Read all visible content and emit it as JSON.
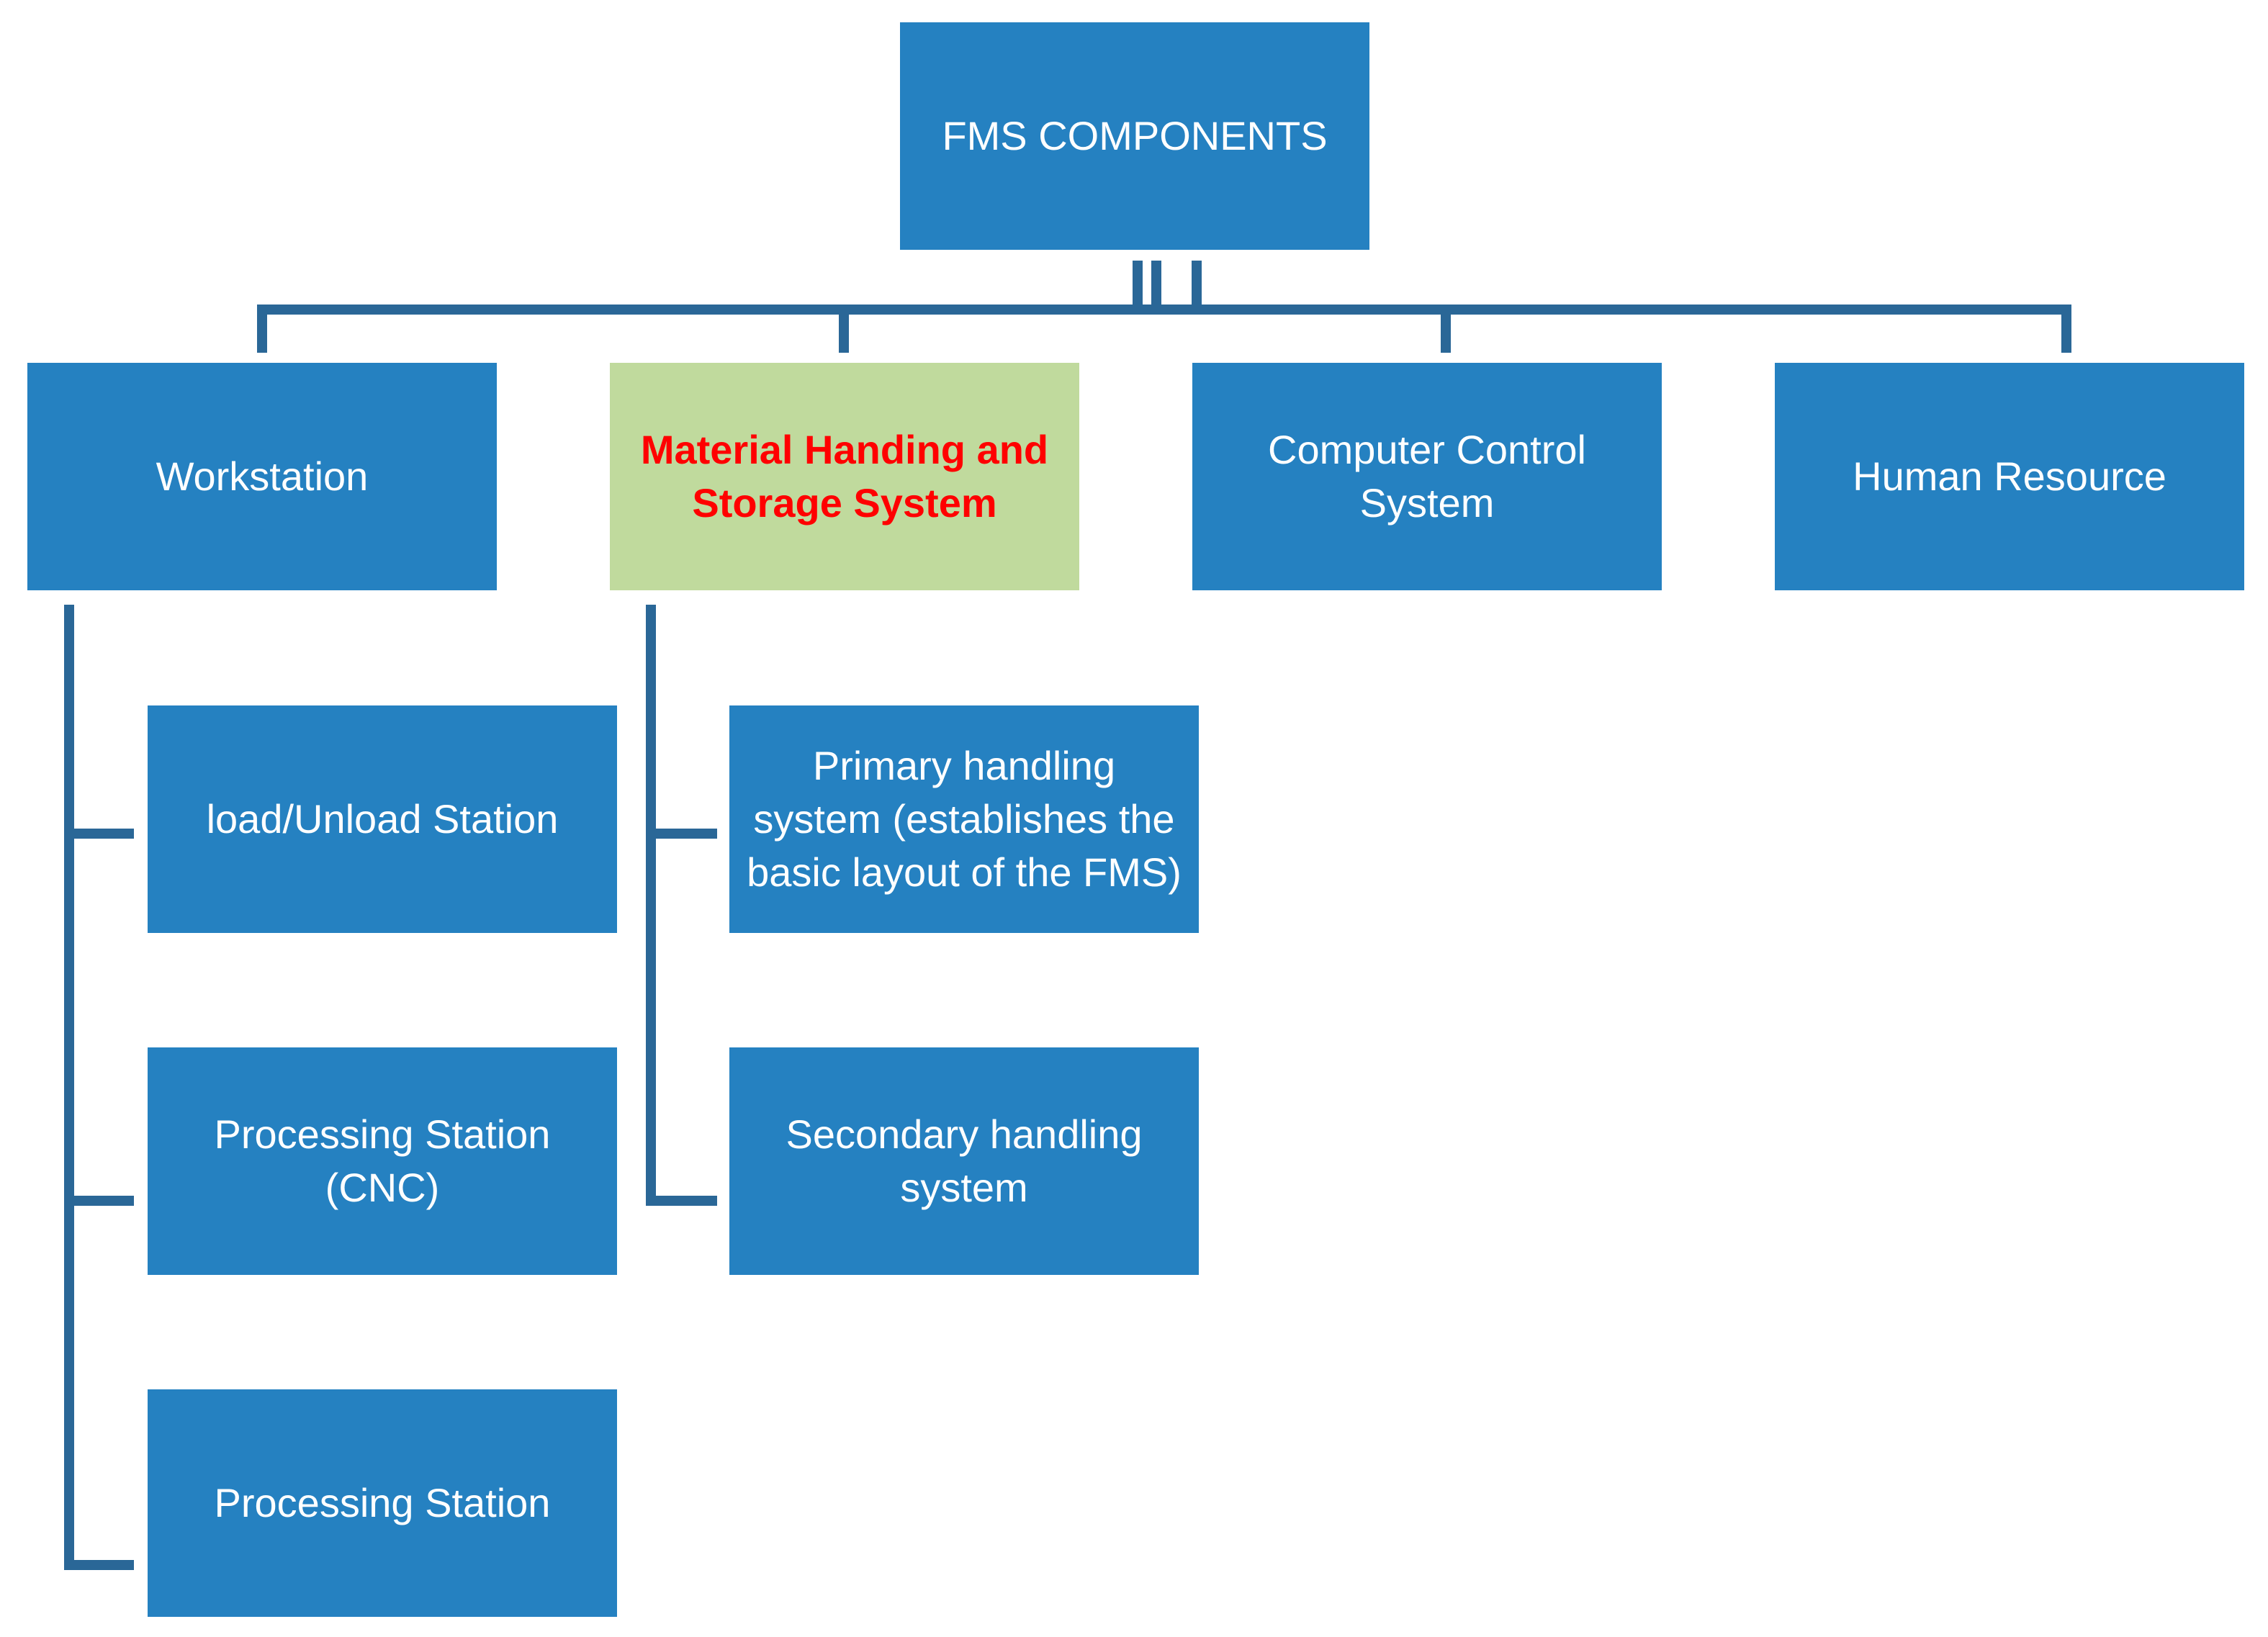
{
  "colors": {
    "box_fill": "#2581C1",
    "highlight_fill": "#C0DA9D",
    "highlight_text": "#FF0000",
    "box_text": "#FFFFFF",
    "connector": "#2A6797"
  },
  "root": {
    "label": "FMS COMPONENTS"
  },
  "categories": [
    {
      "label": "Workstation"
    },
    {
      "label": "Material Handing and\nStorage System",
      "highlighted": true
    },
    {
      "label": "Computer Control\nSystem"
    },
    {
      "label": "Human Resource"
    }
  ],
  "workstation_children": [
    {
      "label": "load/Unload Station"
    },
    {
      "label": "Processing Station\n(CNC)"
    },
    {
      "label": "Processing Station"
    }
  ],
  "material_handling_children": [
    {
      "label": "Primary handling\nsystem (establishes the\nbasic layout of the FMS)"
    },
    {
      "label": "Secondary handling\nsystem"
    }
  ]
}
